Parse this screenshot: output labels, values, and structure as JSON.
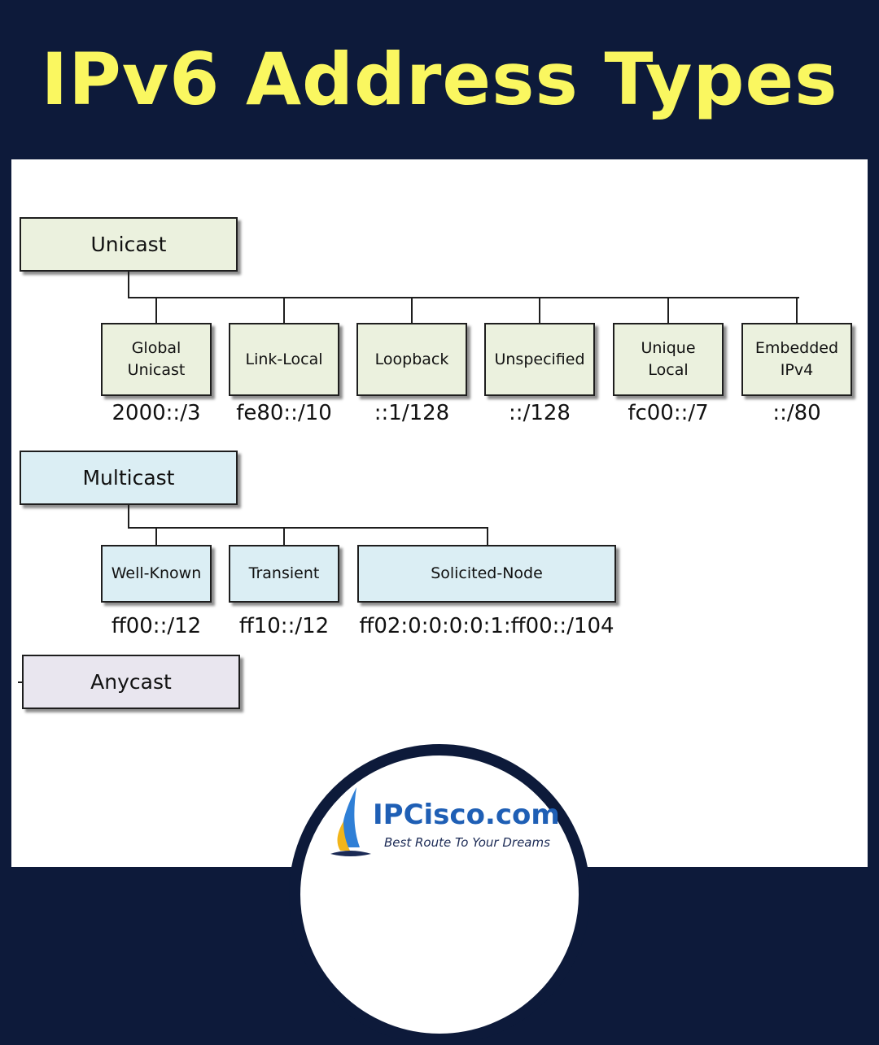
{
  "title": "IPv6 Address Types",
  "unicast": {
    "label": "Unicast",
    "children": [
      {
        "line1": "Global",
        "line2": "Unicast",
        "address": "2000::/3"
      },
      {
        "line1": "Link-Local",
        "line2": "",
        "address": "fe80::/10"
      },
      {
        "line1": "Loopback",
        "line2": "",
        "address": "::1/128"
      },
      {
        "line1": "Unspecified",
        "line2": "",
        "address": "::/128"
      },
      {
        "line1": "Unique",
        "line2": "Local",
        "address": "fc00::/7"
      },
      {
        "line1": "Embedded",
        "line2": "IPv4",
        "address": "::/80"
      }
    ]
  },
  "multicast": {
    "label": "Multicast",
    "children": [
      {
        "line1": "Well-Known",
        "address": "ff00::/12"
      },
      {
        "line1": "Transient",
        "address": "ff10::/12"
      },
      {
        "line1": "Solicited-Node",
        "address": "ff02:0:0:0:0:1:ff00::/104"
      }
    ]
  },
  "anycast": {
    "label": "Anycast"
  },
  "logo": {
    "name": "IPCisco.com",
    "slogan": "Best Route To Your Dreams"
  },
  "colors": {
    "background": "#0d1a3a",
    "title": "#faf760",
    "unicast": "#ebf1de",
    "multicast": "#dbeef4",
    "anycast": "#e9e6ef"
  }
}
